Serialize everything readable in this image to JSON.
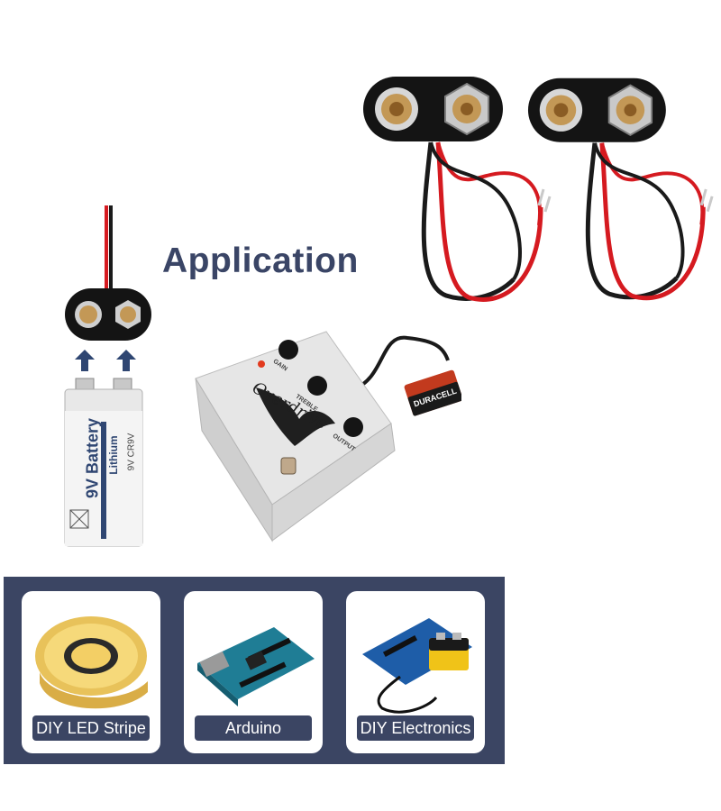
{
  "heading": "Application",
  "battery": {
    "label_main": "9V Battery",
    "label_chemistry": "Lithium",
    "label_model": "9V CR9V"
  },
  "pedal": {
    "knob_labels": [
      "GAIN",
      "TREBLE",
      "OUTPUT"
    ],
    "brand_script": "Overdrive"
  },
  "small_battery_brand": "DURACELL",
  "applications": [
    {
      "label": "DIY LED Stripe",
      "icon": "led-strip-reel"
    },
    {
      "label": "Arduino",
      "icon": "arduino-board"
    },
    {
      "label": "DIY Electronics",
      "icon": "board-with-battery"
    }
  ],
  "colors": {
    "accent": "#3b4563",
    "heading": "#3a4566",
    "wire_red": "#d51a20",
    "wire_black": "#1a1a1a"
  }
}
